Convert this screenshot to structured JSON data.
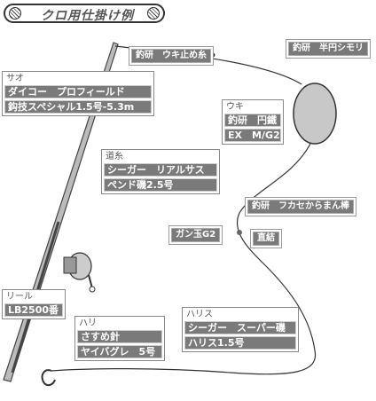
{
  "title": "クロ用仕掛け例",
  "labels": {
    "sao": {
      "heading": "サオ",
      "lines": [
        "ダイコー　プロフィールド",
        "鈎技スペシャル1.5号-5.3m"
      ]
    },
    "michi_ito": {
      "heading": "道糸",
      "lines": [
        "シーガー　リアルサス",
        "ペンド磯2.5号"
      ]
    },
    "uki": {
      "heading": "ウキ",
      "lines": [
        "釣研　円鐵",
        "EX　M/G2"
      ]
    },
    "reel": {
      "heading": "リール",
      "lines": [
        "LB2500番"
      ]
    },
    "hari": {
      "heading": "ハリ",
      "lines": [
        "さすめ針",
        "ヤイバグレ　5号"
      ]
    },
    "harisu": {
      "heading": "ハリス",
      "lines": [
        "シーガー　スーパー磯",
        "ハリス1.5号"
      ]
    }
  },
  "tags": {
    "uki_tome": "釣研　ウキ止め糸",
    "hanmaru_shimori": "釣研　半円シモリ",
    "fukase": "釣研　フカセからまん棒",
    "gan_dama": "ガン玉G2",
    "chokketsu": "直結"
  },
  "colors": {
    "box_fill": "#7a7a7a",
    "float_fill": "#c8c8c8",
    "line": "#333333"
  }
}
